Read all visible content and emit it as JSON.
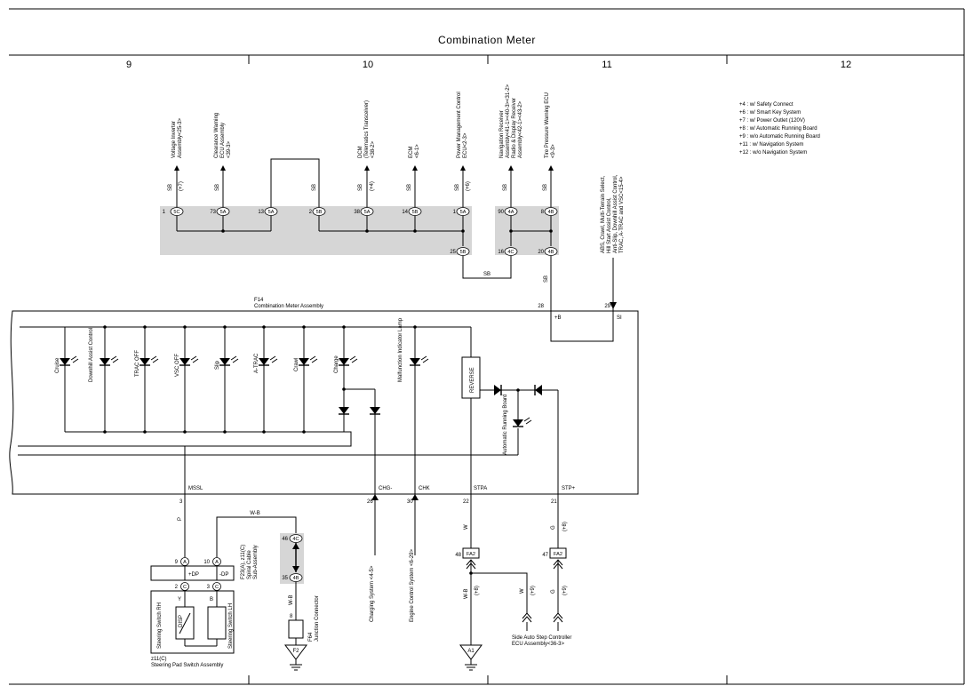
{
  "title": "Combination Meter",
  "columns": [
    "9",
    "10",
    "11",
    "12"
  ],
  "legend": [
    "+4 : w/ Safety Connect",
    "+6 : w/ Smart Key System",
    "+7 : w/ Power Outlet (120V)",
    "+8 : w/ Automatic Running Board",
    "+9 : w/o Automatic Running Board",
    "+11 : w/ Navigation System",
    "+12 : w/o Navigation System"
  ],
  "top_destinations": [
    {
      "line1": "Voltage Inverter",
      "line2": "Assembly<25-3>",
      "line3": "",
      "wire": "SB",
      "option": "(+7)",
      "pin": "1",
      "conn": "5C"
    },
    {
      "line1": "Clearance Warning",
      "line2": "ECU Assembly",
      "line3": "<39-3>",
      "wire": "SB",
      "option": "",
      "pin": "73",
      "conn": "5A"
    },
    {
      "line1": "",
      "line2": "",
      "line3": "",
      "wire": "",
      "option": "",
      "pin": "13",
      "conn": "5A"
    },
    {
      "line1": "",
      "line2": "",
      "line3": "",
      "wire": "SB",
      "option": "",
      "pin": "2",
      "conn": "5B"
    },
    {
      "line1": "DCM",
      "line2": "(Telematics Transceiver)",
      "line3": "<38-2>",
      "wire": "SB",
      "option": "(+4)",
      "pin": "38",
      "conn": "5A"
    },
    {
      "line1": "ECM",
      "line2": "<6-1>",
      "line3": "",
      "wire": "SB",
      "option": "",
      "pin": "14",
      "conn": "5B"
    },
    {
      "line1": "Power Management Control",
      "line2": "ECU<2-3>",
      "line3": "",
      "wire": "SB",
      "option": "(+6)",
      "pin": "1",
      "conn": "5A"
    },
    {
      "line1": "Navigation Receiver",
      "line2": "Assembly<41-1><40-3><31-2>",
      "line3": "Radio & Display Receiver",
      "line4": "Assembly<42-1><43-2>",
      "wire": "SB",
      "option": "",
      "pin": "90",
      "conn": "4A"
    },
    {
      "line1": "Tire Pressure Warning ECU",
      "line2": "<9-3>",
      "line3": "",
      "wire": "SB",
      "option": "",
      "pin": "8",
      "conn": "4B"
    }
  ],
  "junction_bottom": [
    {
      "pin": "25",
      "conn": "5B"
    },
    {
      "pin": "16",
      "conn": "4C"
    },
    {
      "pin": "20",
      "conn": "4B"
    }
  ],
  "jb_wire": "SB",
  "down_wire": "SB",
  "abs_label": [
    "ABS, Crawl, Multi-Terrain Select,",
    "Hill Start Assist Control,",
    "Anti-Slip, Downhill Assist Control,",
    "TRAC, A-TRAC and VSC<15-4>"
  ],
  "meter": {
    "id": "F14",
    "name": "Combination Meter Assembly",
    "pin_plus_b": "28",
    "label_plus_b": "+B",
    "pin_si": "29",
    "label_si": "SI",
    "leds": [
      "Cruise",
      "Downhill Assist Control",
      "TRAC OFF",
      "VSC OFF",
      "Slip",
      "A-TRAC",
      "Crawl",
      "Charge",
      "Malfunction Indicator Lamp"
    ],
    "reverse": "REVERSE",
    "arb_led": "Automatic Running Board",
    "bottom_pins": [
      {
        "label": "MSSL",
        "pin": "3"
      },
      {
        "label": "CHG-",
        "pin": "26"
      },
      {
        "label": "CHK",
        "pin": "30"
      },
      {
        "label": "STPA",
        "pin": "22"
      },
      {
        "label": "STP+",
        "pin": "21"
      }
    ]
  },
  "msl_wire": "P",
  "wb_wire": "W-B",
  "clock_spiral": {
    "pins": [
      {
        "pin": "9",
        "conn": "A"
      },
      {
        "pin": "10",
        "conn": "A"
      }
    ],
    "labels": [
      "+DP",
      "-DP"
    ],
    "id": "F23(A), z11(C)",
    "name": "Spiral Cable",
    "name2": "Sub-Assembly"
  },
  "steering": {
    "pins": [
      {
        "pin": "2",
        "conn": "C"
      },
      {
        "pin": "3",
        "conn": "C"
      }
    ],
    "wires": [
      "Y",
      "B"
    ],
    "rh": "Steering Switch RH",
    "lh": "Steering Switch LH",
    "disp": "DISP",
    "id": "z11(C)",
    "name": "Steering Pad Switch Assembly"
  },
  "junction_4": {
    "top_pin": "46",
    "top_conn": "4C",
    "bot_pin": "35",
    "bot_conn": "4B",
    "wire": "W-B"
  },
  "f64": {
    "pin": "8",
    "id": "F64",
    "name": "Junction Connector",
    "ground": "F2"
  },
  "charging": "Charging System <4-5>",
  "engine": "Engine Control System <6-29>",
  "stpa": {
    "wire": "W",
    "pin": "48",
    "conn": "FA2",
    "wire2": "W-B",
    "opt": "(+8)",
    "ground": "A1"
  },
  "stpplus": {
    "wire": "G",
    "opt": "(+8)",
    "pin": "47",
    "conn": "FA2"
  },
  "side_step": {
    "w": "W",
    "w_opt": "(+9)",
    "g": "G",
    "g_opt": "(+9)",
    "name": "Side Auto Step Controller",
    "name2": "ECU Assembly<36-3>"
  }
}
